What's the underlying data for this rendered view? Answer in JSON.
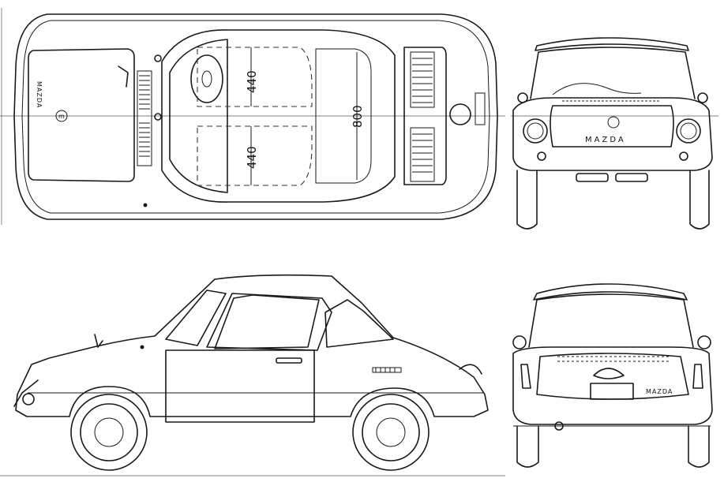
{
  "dimensions": {
    "seat_front_label": "440",
    "seat_rear_label": "440",
    "cabin_length_label": "800"
  },
  "branding": {
    "front_badge": "MAZDA",
    "rear_badge": "MAZDA",
    "top_hood_badge": "MAZDA"
  }
}
